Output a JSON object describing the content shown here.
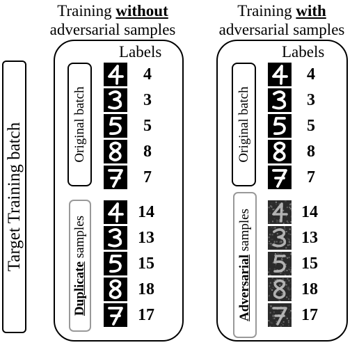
{
  "target_label": "Target Training batch",
  "left_panel": {
    "title_line1_prefix": "Training ",
    "title_line1_emph": "without",
    "title_line2": "adversarial samples",
    "labels_title": "Labels",
    "group1_label": "Original batch",
    "group2_label_emph": "Duplicate",
    "group2_label_rest": " samples",
    "original_labels": [
      "4",
      "3",
      "5",
      "8",
      "7"
    ],
    "sample_labels": [
      "14",
      "13",
      "15",
      "18",
      "17"
    ]
  },
  "right_panel": {
    "title_line1_prefix": "Training ",
    "title_line1_emph": "with",
    "title_line2": "adversarial samples",
    "labels_title": "Labels",
    "group1_label": "Original batch",
    "group2_label_emph": "Adversarial",
    "group2_label_rest": " samples",
    "original_labels": [
      "4",
      "3",
      "5",
      "8",
      "7"
    ],
    "sample_labels": [
      "14",
      "13",
      "15",
      "18",
      "17"
    ]
  },
  "digits": [
    "4",
    "3",
    "5",
    "8",
    "7"
  ],
  "colors": {
    "clean_background": "#000000",
    "clean_stroke": "#ffffff",
    "adversarial_stroke": "#c8c8c8"
  }
}
